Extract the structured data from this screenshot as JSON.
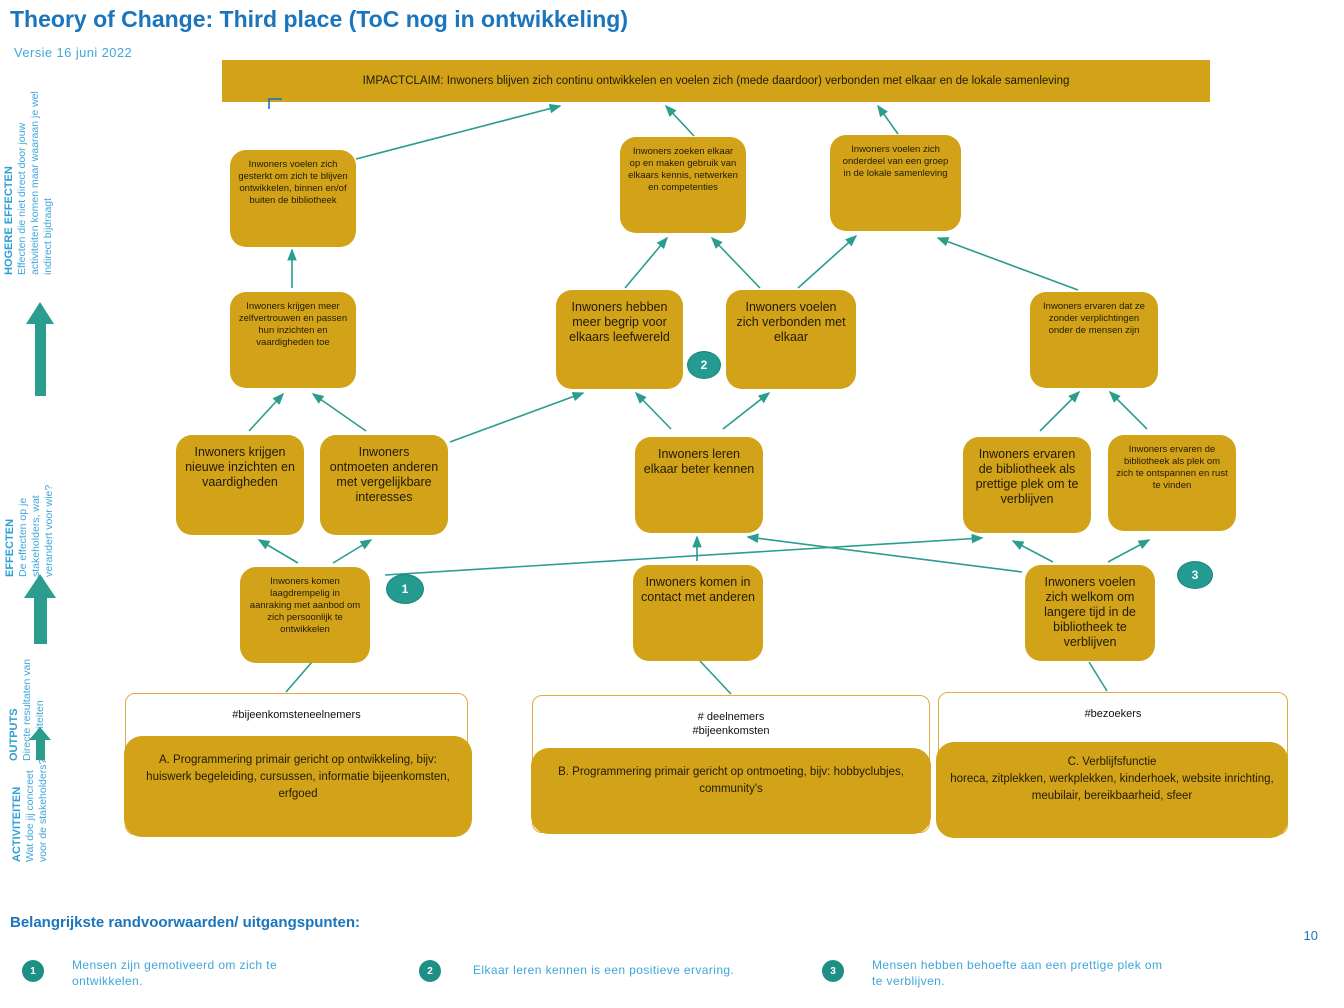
{
  "header": {
    "title": "Theory of Change: Third place (ToC nog in ontwikkeling)",
    "version": "Versie 16 juni 2022",
    "page_number": "10"
  },
  "impact_claim": "IMPACTCLAIM: Inwoners blijven zich continu ontwikkelen en voelen zich  (mede daardoor) verbonden met elkaar en de lokale samenleving",
  "axis_levels": [
    {
      "label": "HOGERE EFFECTEN",
      "description": "Effecten die niet direct door jouw activiteiten komen maar waaraan je wel indirect bijdraagt"
    },
    {
      "label": "EFFECTEN",
      "description": "De effecten op je stakeholders, wat verandert voor wie?"
    },
    {
      "label": "OUTPUTS",
      "description": "Directe resultaten van je activiteiten"
    },
    {
      "label": "ACTIVITEITEN",
      "description": "Wat doe jij concreet voor de stakeholders?"
    }
  ],
  "boxes": {
    "h1": "Inwoners voelen zich gesterkt om zich te blijven ontwikkelen, binnen en/of buiten de bibliotheek",
    "h2": "Inwoners zoeken elkaar op en maken gebruik van elkaars kennis, netwerken en competenties",
    "h3": "Inwoners voelen zich onderdeel van een groep in de lokale samenleving",
    "m1": "Inwoners krijgen meer zelfvertrouwen en passen hun inzichten en vaardigheden toe",
    "m2": "Inwoners hebben meer begrip voor elkaars leefwereld",
    "m3": "Inwoners voelen zich verbonden met elkaar",
    "m4": "Inwoners ervaren dat ze zonder verplichtingen onder de mensen zijn",
    "e1": "Inwoners krijgen nieuwe inzichten en vaardigheden",
    "e2": "Inwoners ontmoeten anderen met vergelijkbare interesses",
    "e3": "Inwoners leren elkaar beter kennen",
    "e4": "Inwoners ervaren de bibliotheek als prettige plek om te verblijven",
    "e5": "Inwoners ervaren de bibliotheek als plek om zich te ontspannen en rust te vinden",
    "f1": "Inwoners komen laagdrempelig in aanraking met aanbod om zich persoonlijk te ontwikkelen",
    "f2": "Inwoners komen in contact met anderen",
    "f3": "Inwoners voelen zich welkom om langere tijd in de bibliotheek te verblijven"
  },
  "badges": {
    "b1": "1",
    "b2": "2",
    "b3": "3"
  },
  "outputs": {
    "o1": "#bijeenkomsteneelnemers",
    "o2_line1": "# deelnemers",
    "o2_line2": "#bijeenkomsten",
    "o3": "#bezoekers"
  },
  "activities": {
    "a": "A. Programmering primair gericht op ontwikkeling, bijv: huiswerk begeleiding, cursussen, informatie bijeenkomsten, erfgoed",
    "b": "B. Programmering primair gericht op ontmoeting, bijv: hobbyclubjes, community's",
    "c_title": "C. Verblijfsfunctie",
    "c_body": "horeca, zitplekken, werkplekken, kinderhoek, website inrichting, meubilair, bereikbaarheid, sfeer"
  },
  "footer": {
    "heading": "Belangrijkste randvoorwaarden/ uitgangspunten:",
    "items": [
      {
        "number": "1",
        "text": "Mensen zijn gemotiveerd om zich te ontwikkelen."
      },
      {
        "number": "2",
        "text": "Elkaar leren kennen is een positieve ervaring."
      },
      {
        "number": "3",
        "text": "Mensen hebben behoefte aan een prettige plek om te verblijven."
      }
    ]
  },
  "colors": {
    "gold": "#d2a319",
    "teal": "#2a9d8f",
    "blue": "#1b75bc",
    "light_blue": "#3ea6da"
  }
}
